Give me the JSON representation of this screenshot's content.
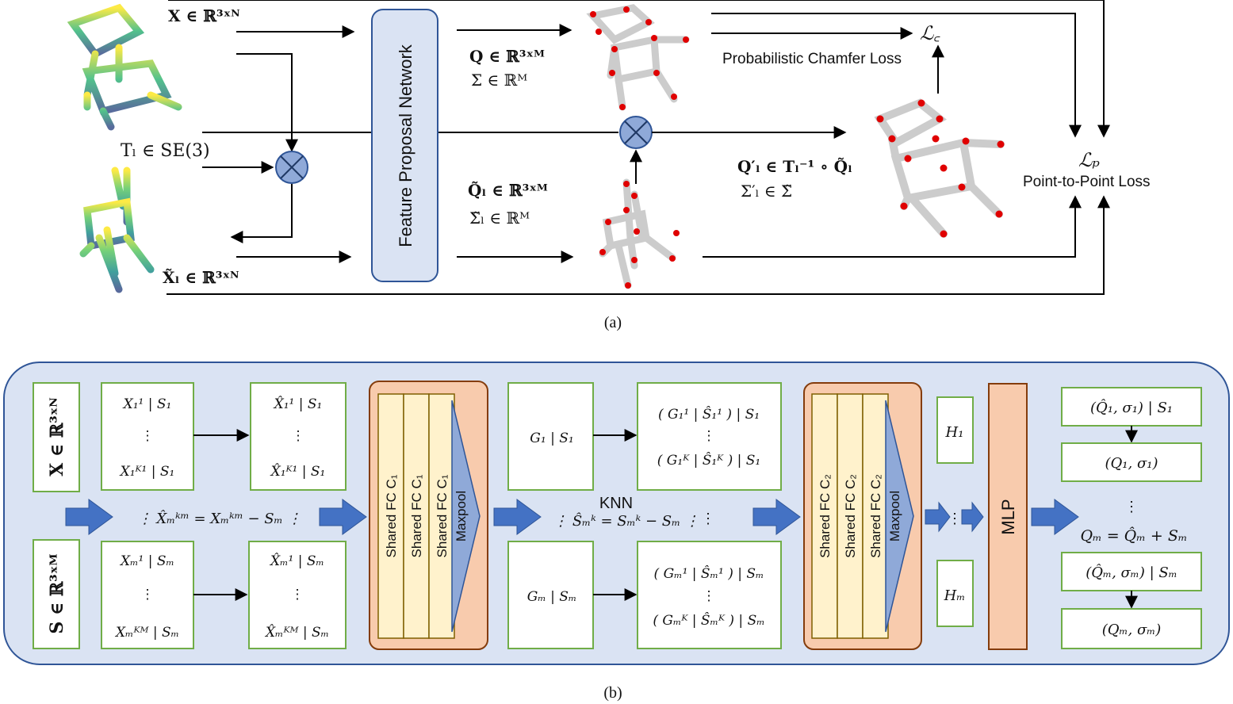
{
  "colors": {
    "panel_blue": "#dae3f3",
    "panel_border": "#2f5597",
    "arrow_blue": "#4472c4",
    "box_green": "#70ad47",
    "fc_fill": "#fff2cc",
    "fc_border": "#7f6000",
    "block_salmon": "#f8cbad",
    "block_border": "#843c0c",
    "keypoint_red": "#e00000",
    "cloud_gray": "#b8b8b8",
    "cloud_color_a": "#fde725",
    "cloud_color_b": "#35b779",
    "cloud_color_c": "#3b528b"
  },
  "panel_a": {
    "caption": "(a)",
    "x_input": "X ∈ ℝ³ˣᴺ",
    "transform": "Tₗ ∈ SE(3)",
    "x_tilde": "X̃ₗ ∈ ℝ³ˣᴺ",
    "network": "Feature Proposal Network",
    "q_out": "Q ∈ ℝ³ˣᴹ",
    "sigma_out": "Σ ∈ ℝᴹ",
    "q_tilde": "Q̃ₗ ∈ ℝ³ˣᴹ",
    "sigma_tilde": "Σ̃ₗ ∈ ℝᴹ",
    "q_prime": "Q′ₗ ∈ Tₗ⁻¹ ∘ Q̃ₗ",
    "sigma_prime": "Σ′ₗ ∈ Σ̃",
    "loss_c": "ℒ꜀",
    "loss_c_name": "Probabilistic Chamfer Loss",
    "loss_p": "ℒₚ",
    "loss_p_name": "Point-to-Point Loss"
  },
  "panel_b": {
    "caption": "(b)",
    "x_label": "X ∈ ℝ³ˣᴺ",
    "s_label": "S ∈ ℝ³ˣᴹ",
    "col1_top": [
      "X₁¹ | S₁",
      "⋮",
      "X₁ᴷ¹ | S₁"
    ],
    "col1_bot": [
      "Xₘ¹ | Sₘ",
      "⋮",
      "Xₘᴷᴹ | Sₘ"
    ],
    "col2_top": [
      "X̂₁¹ | S₁",
      "⋮",
      "X̂₁ᴷ¹ | S₁"
    ],
    "col2_bot": [
      "X̂ₘ¹ | Sₘ",
      "⋮",
      "X̂ₘᴷᴹ | Sₘ"
    ],
    "center_eq": "⋮  X̂ₘᵏᵐ = Xₘᵏᵐ − Sₘ  ⋮",
    "fc1_labels": [
      "Shared FC C₁",
      "Shared FC C₁",
      "Shared FC C₁"
    ],
    "maxpool": "Maxpool",
    "g_top": "G₁ | S₁",
    "g_bot": "Gₘ | Sₘ",
    "knn": "KNN",
    "knn_eq": "⋮  Ŝₘᵏ = Sₘᵏ − Sₘ        ⋮",
    "gs_top": [
      "( G₁¹ | Ŝ₁¹ ) | S₁",
      "⋮",
      "( G₁ᴷ | Ŝ₁ᴷ ) | S₁"
    ],
    "gs_bot": [
      "( Gₘ¹ | Ŝₘ¹ ) | Sₘ",
      "⋮",
      "( Gₘᴷ | Ŝₘᴷ ) | Sₘ"
    ],
    "fc2_labels": [
      "Shared FC C₂",
      "Shared FC C₂",
      "Shared FC C₂"
    ],
    "h_top": "H₁",
    "h_dots": "⋮",
    "h_bot": "Hₘ",
    "mlp": "MLP",
    "out_1": "(Q̂₁, σ₁) | S₁",
    "out_2": "(Q₁, σ₁)",
    "out_dots": "⋮",
    "out_eq": "Qₘ = Q̂ₘ + Sₘ",
    "out_3": "(Q̂ₘ, σₘ) | Sₘ",
    "out_4": "(Qₘ, σₘ)"
  }
}
